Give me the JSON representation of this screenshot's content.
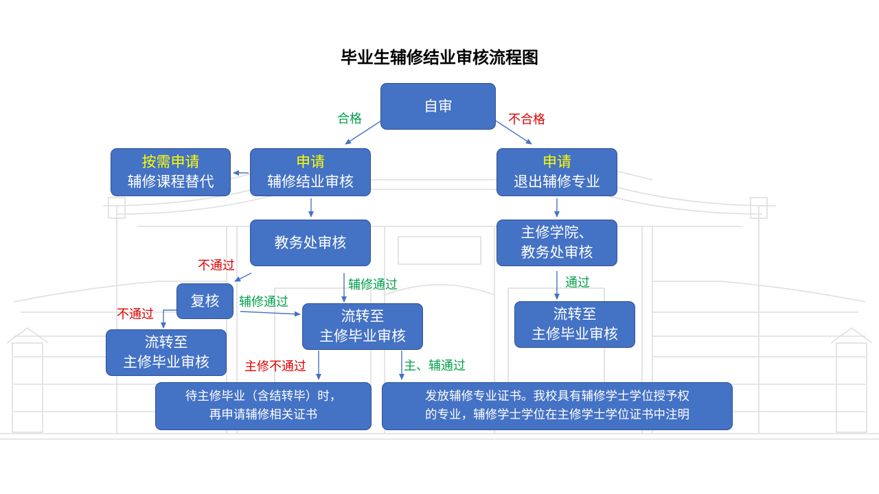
{
  "title": "毕业生辅修结业审核流程图",
  "colors": {
    "box_fill": "#4472c4",
    "box_border": "#2f528f",
    "box_text": "#ffffff",
    "highlight_text": "#ffff00",
    "fail_label": "#e00000",
    "pass_label": "#00a04a",
    "arrow": "#4472c4"
  },
  "nodes": {
    "self_review": {
      "text": "自审"
    },
    "apply_substitute": {
      "highlight": "按需申请",
      "text": "辅修课程替代"
    },
    "apply_completion": {
      "highlight": "申请",
      "text": "辅修结业审核"
    },
    "apply_withdraw": {
      "highlight": "申请",
      "text": "退出辅修专业"
    },
    "academic_affairs_review": {
      "text": "教务处审核"
    },
    "major_and_affairs_review": {
      "line1": "主修学院、",
      "line2": "教务处审核"
    },
    "recheck": {
      "text": "复核"
    },
    "transfer_left": {
      "line1": "流转至",
      "line2": "主修毕业审核"
    },
    "transfer_center": {
      "line1": "流转至",
      "line2": "主修毕业审核"
    },
    "transfer_right": {
      "line1": "流转至",
      "line2": "主修毕业审核"
    },
    "pending_outcome": {
      "line1": "待主修毕业（含结转毕）时，",
      "line2": "再申请辅修相关证书"
    },
    "certificate_outcome": {
      "line1": "发放辅修专业证书。我校具有辅修学士学位授予权",
      "line2": "的专业，辅修学士学位在主修学士学位证书中注明"
    }
  },
  "edge_labels": {
    "qualified": "合格",
    "unqualified": "不合格",
    "not_passed_1": "不通过",
    "minor_passed_1": "辅修通过",
    "minor_passed_2": "辅修通过",
    "not_passed_2": "不通过",
    "passed": "通过",
    "major_not_passed": "主修不通过",
    "major_minor_passed": "主、辅通过"
  }
}
